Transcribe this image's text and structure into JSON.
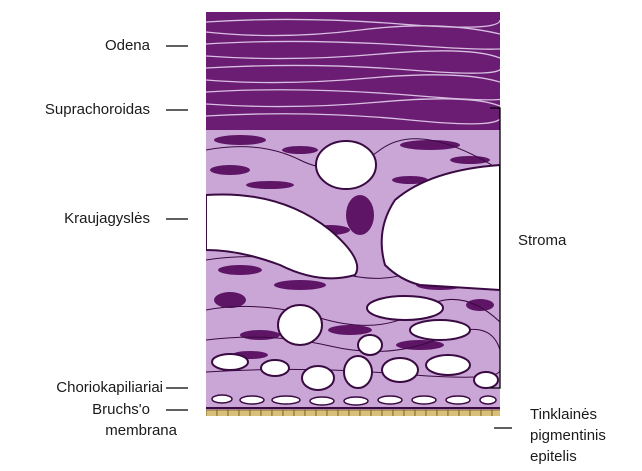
{
  "labels": {
    "odena": "Odena",
    "suprachoroidas": "Suprachoroidas",
    "kraujagysles": "Kraujagyslės",
    "choriokapiliariai": "Choriokapiliariai",
    "bruchs_line1": "Bruchs'o",
    "bruchs_line2": "membrana",
    "stroma": "Stroma",
    "rpe_line1": "Tinklainės",
    "rpe_line2": "pigmentinis",
    "rpe_line3": "epitelis"
  },
  "colors": {
    "tissue_light": "#c9a6d6",
    "tissue_dark": "#5e1566",
    "fiber": "#3a0a42",
    "rpe_cell": "#d8c07a",
    "rpe_nucleus": "#3b2a10",
    "line": "#000000"
  }
}
